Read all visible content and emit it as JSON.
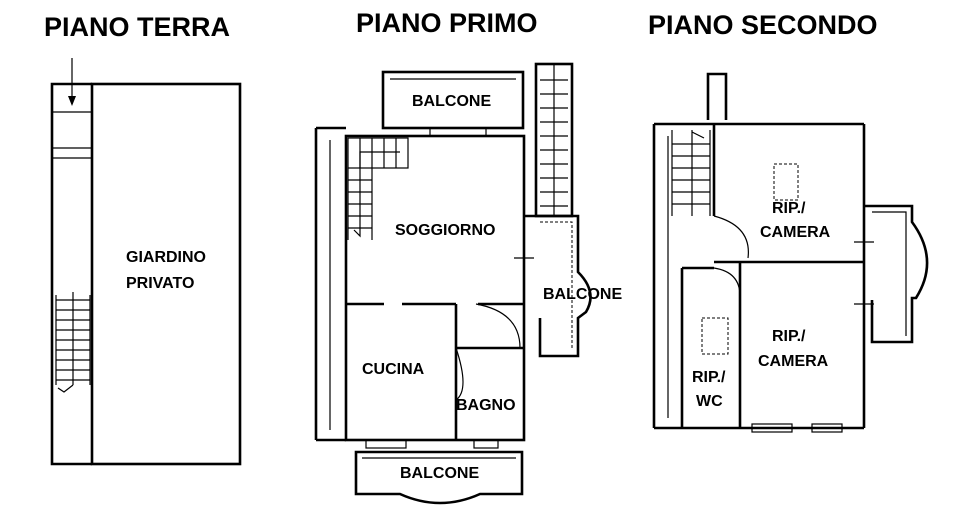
{
  "floors": [
    {
      "title": "PIANO TERRA"
    },
    {
      "title": "PIANO PRIMO"
    },
    {
      "title": "PIANO SECONDO"
    }
  ],
  "rooms": {
    "giardino_line1": "GIARDINO",
    "giardino_line2": "PRIVATO",
    "balcone_top": "BALCONE",
    "soggiorno": "SOGGIORNO",
    "balcone_right": "BALCONE",
    "cucina": "CUCINA",
    "bagno": "BAGNO",
    "balcone_bottom": "BALCONE",
    "rip_camera_1_line1": "RIP./",
    "rip_camera_1_line2": "CAMERA",
    "rip_camera_2_line1": "RIP./",
    "rip_camera_2_line2": "CAMERA",
    "rip_wc_line1": "RIP./",
    "rip_wc_line2": "WC"
  },
  "colors": {
    "ink": "#000000",
    "paper": "#ffffff"
  }
}
